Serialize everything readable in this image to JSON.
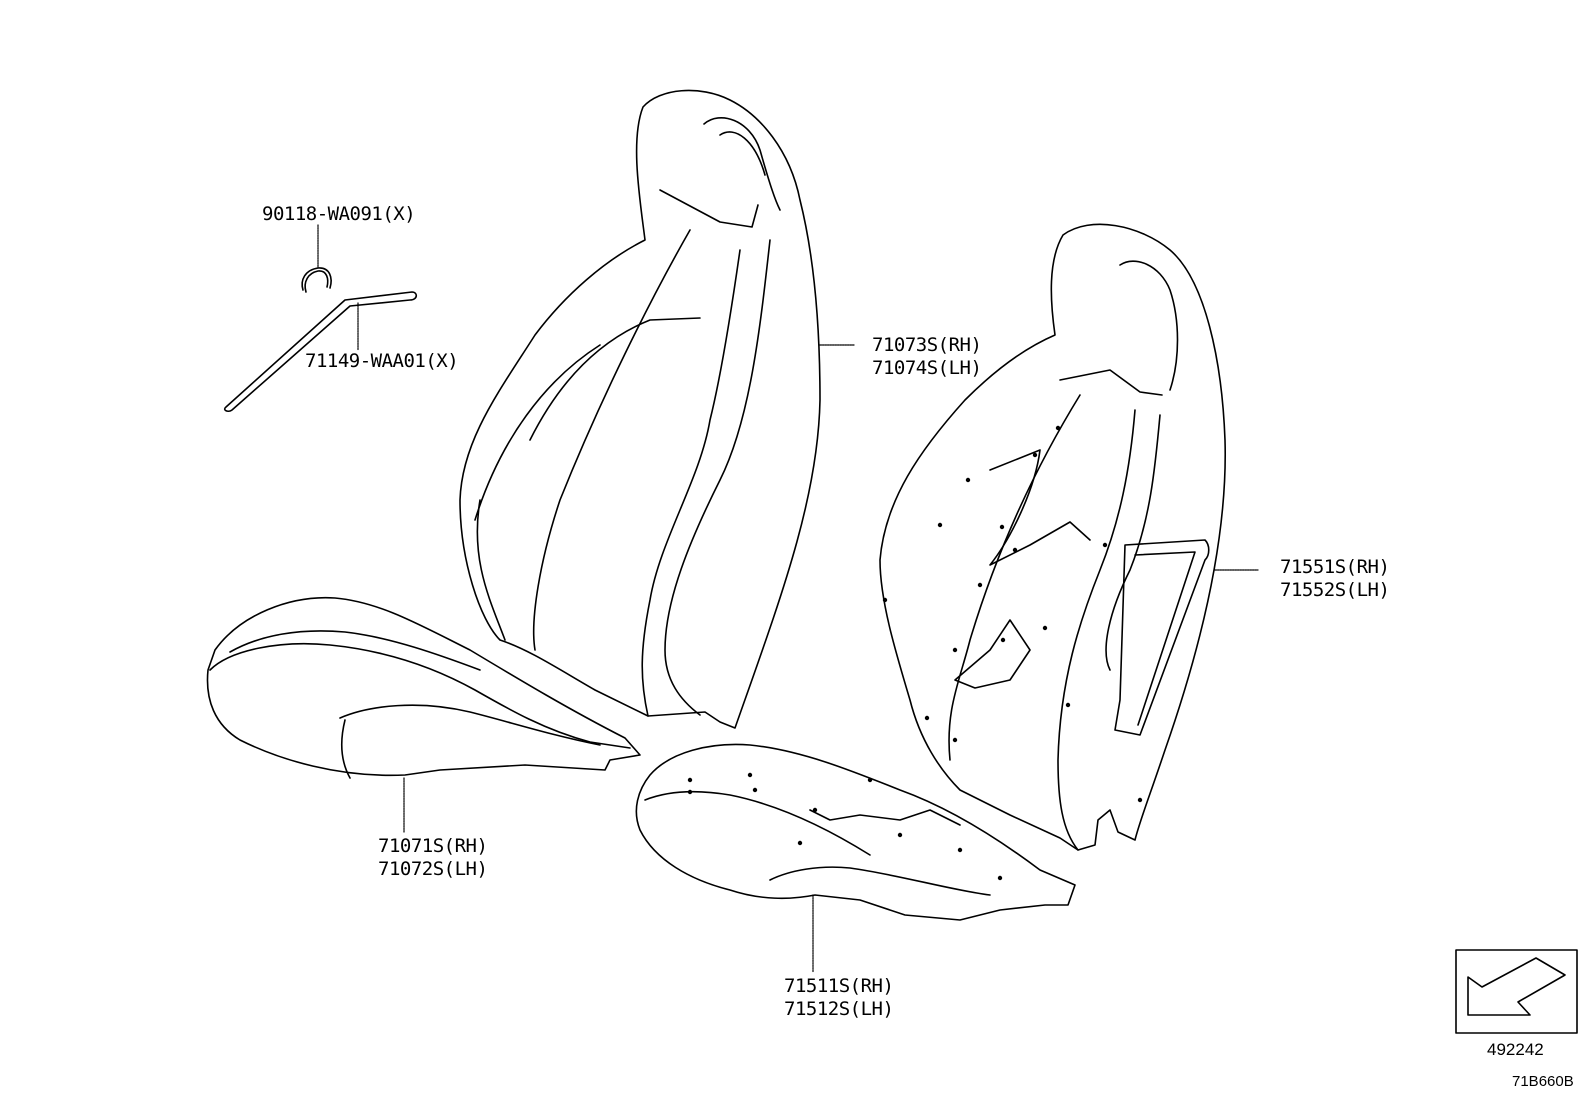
{
  "diagram": {
    "type": "parts-exploded-view",
    "subject": "Seat cushion and seatback assembly",
    "parts": [
      {
        "id": "clip",
        "part_number": "90118-WA091(X)"
      },
      {
        "id": "wire",
        "part_number": "71149-WAA01(X)"
      },
      {
        "id": "seatback-cover",
        "rh": "71073S(RH)",
        "lh": "71074S(LH)"
      },
      {
        "id": "seatback-pad",
        "rh": "71551S(RH)",
        "lh": "71552S(LH)"
      },
      {
        "id": "cushion-cover",
        "rh": "71071S(RH)",
        "lh": "71072S(LH)"
      },
      {
        "id": "cushion-pad",
        "rh": "71511S(RH)",
        "lh": "71512S(LH)"
      }
    ],
    "reference_box": {
      "code": "492242",
      "icon": "arrow-down-left-icon"
    },
    "illustration_code": "71B660B"
  }
}
